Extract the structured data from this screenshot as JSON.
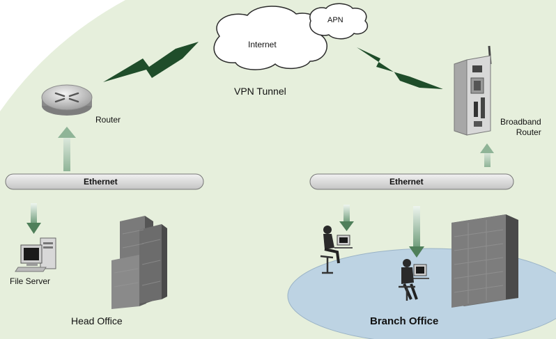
{
  "labels": {
    "internet": "Internet",
    "apn": "APN",
    "vpn_tunnel": "VPN Tunnel",
    "router": "Router",
    "broadband_router": "Broadband\nRouter",
    "ethernet_left": "Ethernet",
    "ethernet_right": "Ethernet",
    "file_server": "File Server",
    "head_office": "Head Office",
    "branch_office": "Branch Office"
  },
  "colors": {
    "background_panel": "#e6efdc",
    "lightning": "#1f4d2a",
    "cloud_outline": "#2a2a2a",
    "ethernet_bar": "#dcdcdc",
    "branch_ellipse": "#bdd3e3",
    "arrow": "#9fbfa6",
    "building": "#6e6e6e"
  },
  "icons": {
    "cloud_internet": "cloud-icon",
    "cloud_apn": "cloud-icon",
    "router": "router-icon",
    "broadband_router": "broadband-router-device-icon",
    "computer": "desktop-computer-icon",
    "user": "person-at-computer-icon",
    "building": "office-building-icon"
  }
}
